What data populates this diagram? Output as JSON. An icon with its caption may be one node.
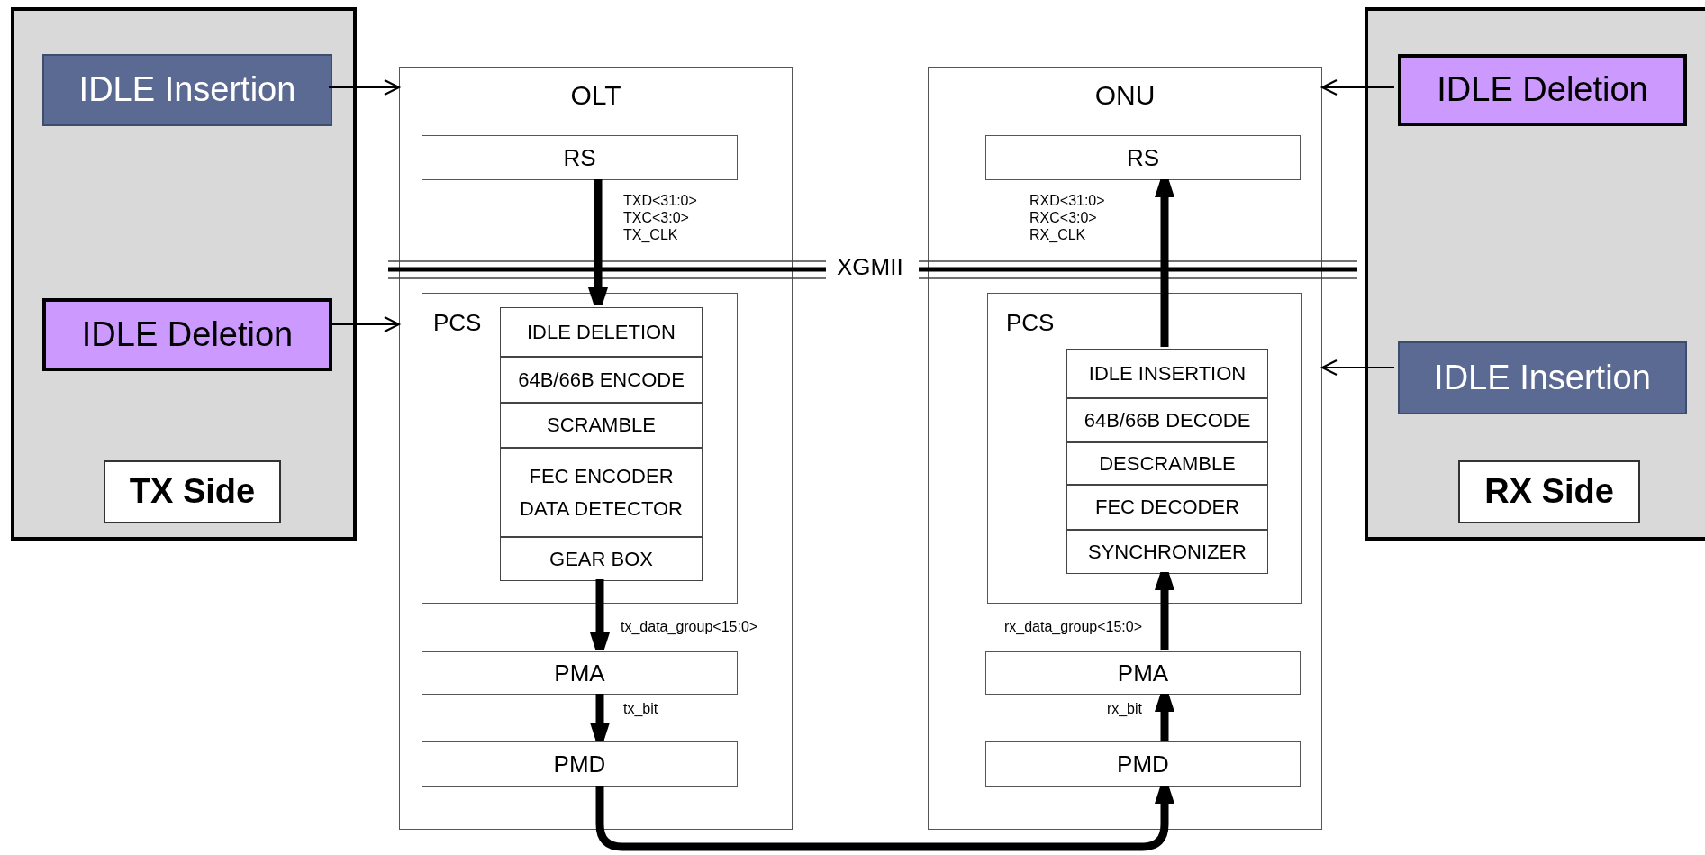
{
  "diagram": {
    "nodes": [
      {
        "text": [],
        "shape": "box"
      },
      {
        "text": [
          "IDLE Insertion"
        ],
        "in": 0
      },
      {
        "text": [
          "IDLE Deletion"
        ],
        "in": 0
      },
      {
        "text": [
          "TX Side"
        ],
        "in": 0
      },
      {
        "text": [
          "OLT"
        ]
      },
      {
        "text": [
          "RS"
        ],
        "in": 4
      },
      {
        "text": [
          "PCS"
        ],
        "in": 4
      },
      {
        "text": [
          "IDLE DELETION"
        ],
        "in": 6
      },
      {
        "text": [
          "64B/66B ENCODE"
        ],
        "in": 6
      },
      {
        "text": [
          "SCRAMBLE"
        ],
        "in": 6
      },
      {
        "text": [
          "FEC ENCODER",
          "DATA DETECTOR"
        ],
        "in": 6
      },
      {
        "text": [
          "GEAR BOX"
        ],
        "in": 6
      },
      {
        "text": [
          "PMA"
        ],
        "in": 4
      },
      {
        "text": [
          "PMD"
        ],
        "in": 4
      },
      {
        "text": [
          "ONU"
        ]
      },
      {
        "text": [
          "RS"
        ],
        "in": 14
      },
      {
        "text": [
          "PCS"
        ],
        "in": 14
      },
      {
        "text": [
          "IDLE INSERTION"
        ],
        "in": 16
      },
      {
        "text": [
          "64B/66B DECODE"
        ],
        "in": 16
      },
      {
        "text": [
          "DESCRAMBLE"
        ],
        "in": 16
      },
      {
        "text": [
          "FEC DECODER"
        ],
        "in": 16
      },
      {
        "text": [
          "SYNCHRONIZER"
        ],
        "in": 16
      },
      {
        "text": [
          "PMA"
        ],
        "in": 14
      },
      {
        "text": [
          "PMD"
        ],
        "in": 14
      },
      {
        "text": [],
        "shape": "box"
      },
      {
        "text": [
          "IDLE Deletion"
        ],
        "in": 24
      },
      {
        "text": [
          "IDLE Insertion"
        ],
        "in": 24
      },
      {
        "text": [
          "RX Side"
        ],
        "in": 24
      }
    ],
    "edges": [
      {
        "from": 1,
        "to": 4,
        "arrow": "to"
      },
      {
        "from": 2,
        "to": 4,
        "arrow": "to"
      },
      {
        "from": 5,
        "to": 7,
        "arrow": "to",
        "label": "TXD<31:0> TXC<3:0> TX_CLK"
      },
      {
        "from": 11,
        "to": 12,
        "arrow": "to",
        "label": "tx_data_group<15:0>"
      },
      {
        "from": 12,
        "to": 13,
        "arrow": "to",
        "label": "tx_bit"
      },
      {
        "from": 13,
        "to": 23,
        "arrow": "to"
      },
      {
        "from": 23,
        "to": 22,
        "arrow": "to",
        "label": "rx_bit"
      },
      {
        "from": 22,
        "to": 21,
        "arrow": "to",
        "label": "rx_data_group<15:0>"
      },
      {
        "from": 17,
        "to": 15,
        "arrow": "to",
        "label": "RXD<31:0> RXC<3:0> RX_CLK"
      },
      {
        "from": 25,
        "to": 14,
        "arrow": "to"
      },
      {
        "from": 26,
        "to": 14,
        "arrow": "to"
      }
    ],
    "labels": [
      "XGMII"
    ]
  }
}
